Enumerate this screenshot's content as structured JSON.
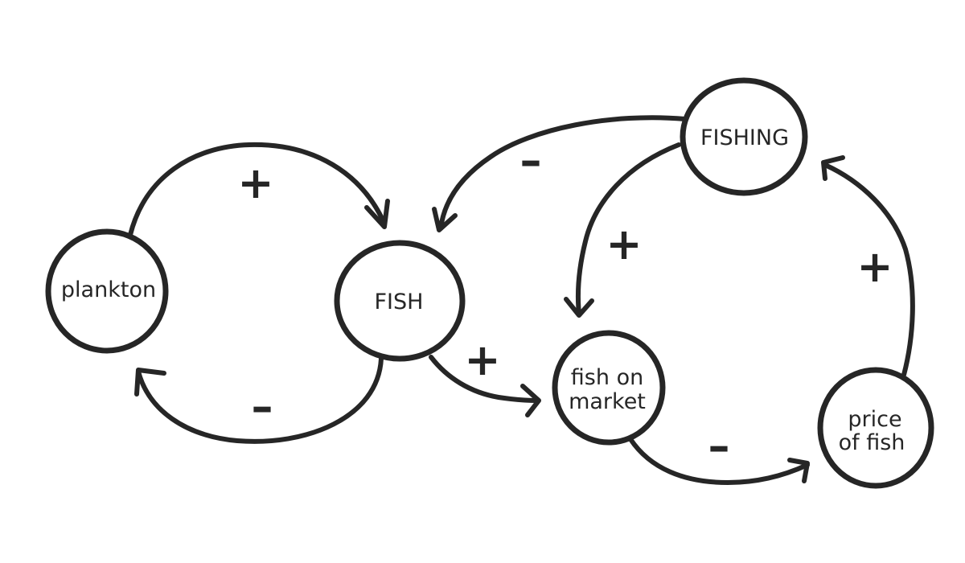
{
  "nodes": {
    "plankton": {
      "line1": "plankton"
    },
    "fish": {
      "line1": "FISH"
    },
    "fishing": {
      "line1": "FISHING"
    },
    "fish_on_market": {
      "line1": "fish on",
      "line2": "market"
    },
    "price_of_fish": {
      "line1": "price",
      "line2": "of fish"
    }
  },
  "edges": [
    {
      "from": "plankton",
      "to": "FISH",
      "sign": "+"
    },
    {
      "from": "FISH",
      "to": "plankton",
      "sign": "–"
    },
    {
      "from": "FISHING",
      "to": "FISH",
      "sign": "–"
    },
    {
      "from": "FISH",
      "to": "fish on market",
      "sign": "+"
    },
    {
      "from": "FISHING",
      "to": "fish on market",
      "sign": "+"
    },
    {
      "from": "fish on market",
      "to": "price of fish",
      "sign": "–"
    },
    {
      "from": "price of fish",
      "to": "FISHING",
      "sign": "+"
    }
  ],
  "colors": {
    "ink": "#262626",
    "background": "#ffffff"
  }
}
